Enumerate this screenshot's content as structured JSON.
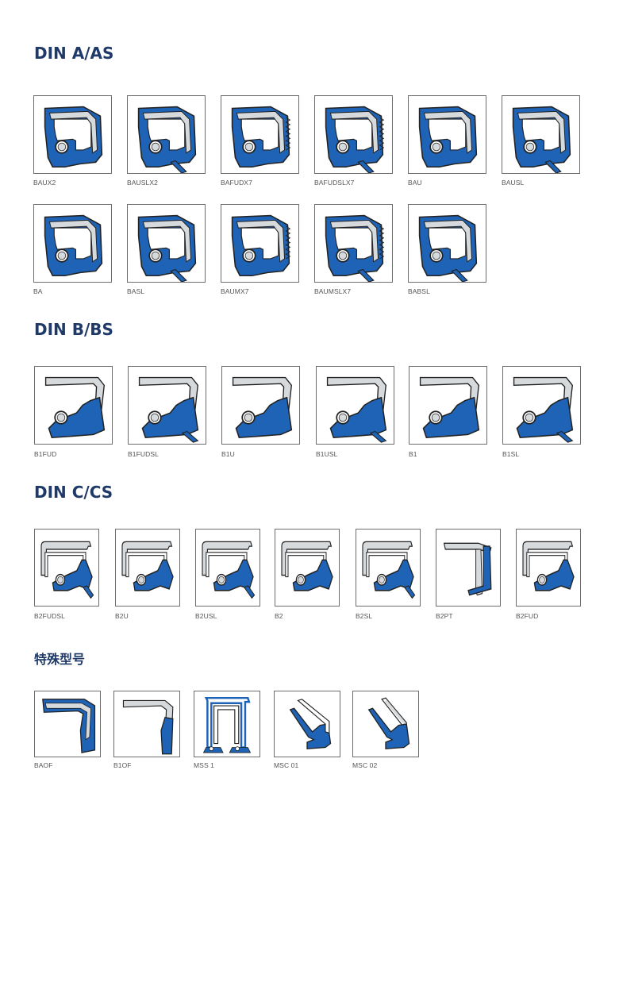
{
  "colors": {
    "heading": "#1f3a68",
    "seal_blue": "#1e63b5",
    "metal": "#d7dadd",
    "stroke": "#222222"
  },
  "sections": [
    {
      "title": "DIN A/AS",
      "items": [
        {
          "label": "BAUX2",
          "icon": "seal-profile-icon"
        },
        {
          "label": "BAUSLX2",
          "icon": "seal-profile-icon"
        },
        {
          "label": "BAFUDX7",
          "icon": "seal-profile-icon"
        },
        {
          "label": "BAFUDSLX7",
          "icon": "seal-profile-icon"
        },
        {
          "label": "BAU",
          "icon": "seal-profile-icon"
        },
        {
          "label": "BAUSL",
          "icon": "seal-profile-icon"
        },
        {
          "label": "BA",
          "icon": "seal-profile-icon"
        },
        {
          "label": "BASL",
          "icon": "seal-profile-icon"
        },
        {
          "label": "BAUMX7",
          "icon": "seal-profile-icon"
        },
        {
          "label": "BAUMSLX7",
          "icon": "seal-profile-icon"
        },
        {
          "label": "BABSL",
          "icon": "seal-profile-icon"
        }
      ]
    },
    {
      "title": "DIN B/BS",
      "items": [
        {
          "label": "B1FUD",
          "icon": "seal-profile-icon"
        },
        {
          "label": "B1FUDSL",
          "icon": "seal-profile-icon"
        },
        {
          "label": "B1U",
          "icon": "seal-profile-icon"
        },
        {
          "label": "B1USL",
          "icon": "seal-profile-icon"
        },
        {
          "label": "B1",
          "icon": "seal-profile-icon"
        },
        {
          "label": "B1SL",
          "icon": "seal-profile-icon"
        }
      ]
    },
    {
      "title": "DIN C/CS",
      "items": [
        {
          "label": "B2FUDSL",
          "icon": "seal-profile-icon"
        },
        {
          "label": "B2U",
          "icon": "seal-profile-icon"
        },
        {
          "label": "B2USL",
          "icon": "seal-profile-icon"
        },
        {
          "label": "B2",
          "icon": "seal-profile-icon"
        },
        {
          "label": "B2SL",
          "icon": "seal-profile-icon"
        },
        {
          "label": "B2PT",
          "icon": "seal-profile-icon"
        },
        {
          "label": "B2FUD",
          "icon": "seal-profile-icon"
        }
      ]
    },
    {
      "title": "特殊型号",
      "items": [
        {
          "label": "BAOF",
          "icon": "seal-profile-icon"
        },
        {
          "label": "B1OF",
          "icon": "seal-profile-icon"
        },
        {
          "label": "MSS 1",
          "icon": "seal-profile-icon"
        },
        {
          "label": "MSC 01",
          "icon": "seal-profile-icon"
        },
        {
          "label": "MSC 02",
          "icon": "seal-profile-icon"
        }
      ]
    }
  ]
}
